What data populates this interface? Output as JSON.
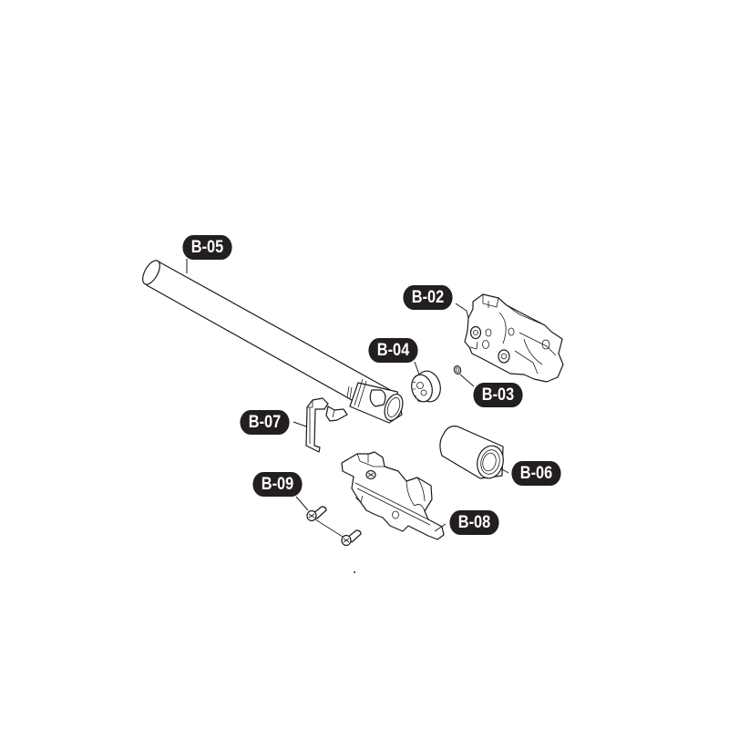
{
  "diagram": {
    "type": "exploded-parts-diagram",
    "background_color": "#ffffff",
    "label_color": "#231f20",
    "label_text_color": "#ffffff",
    "parts": [
      {
        "id": "B-02",
        "label": "B-02",
        "description": "hop-up chamber housing"
      },
      {
        "id": "B-03",
        "label": "B-03",
        "description": "small o-ring"
      },
      {
        "id": "B-04",
        "label": "B-04",
        "description": "hop-up adjustment wheel"
      },
      {
        "id": "B-05",
        "label": "B-05",
        "description": "inner barrel"
      },
      {
        "id": "B-06",
        "label": "B-06",
        "description": "hop-up rubber bucking"
      },
      {
        "id": "B-07",
        "label": "B-07",
        "description": "retaining clip"
      },
      {
        "id": "B-08",
        "label": "B-08",
        "description": "chamber base"
      },
      {
        "id": "B-09",
        "label": "B-09",
        "description": "screws (x2)"
      }
    ]
  }
}
